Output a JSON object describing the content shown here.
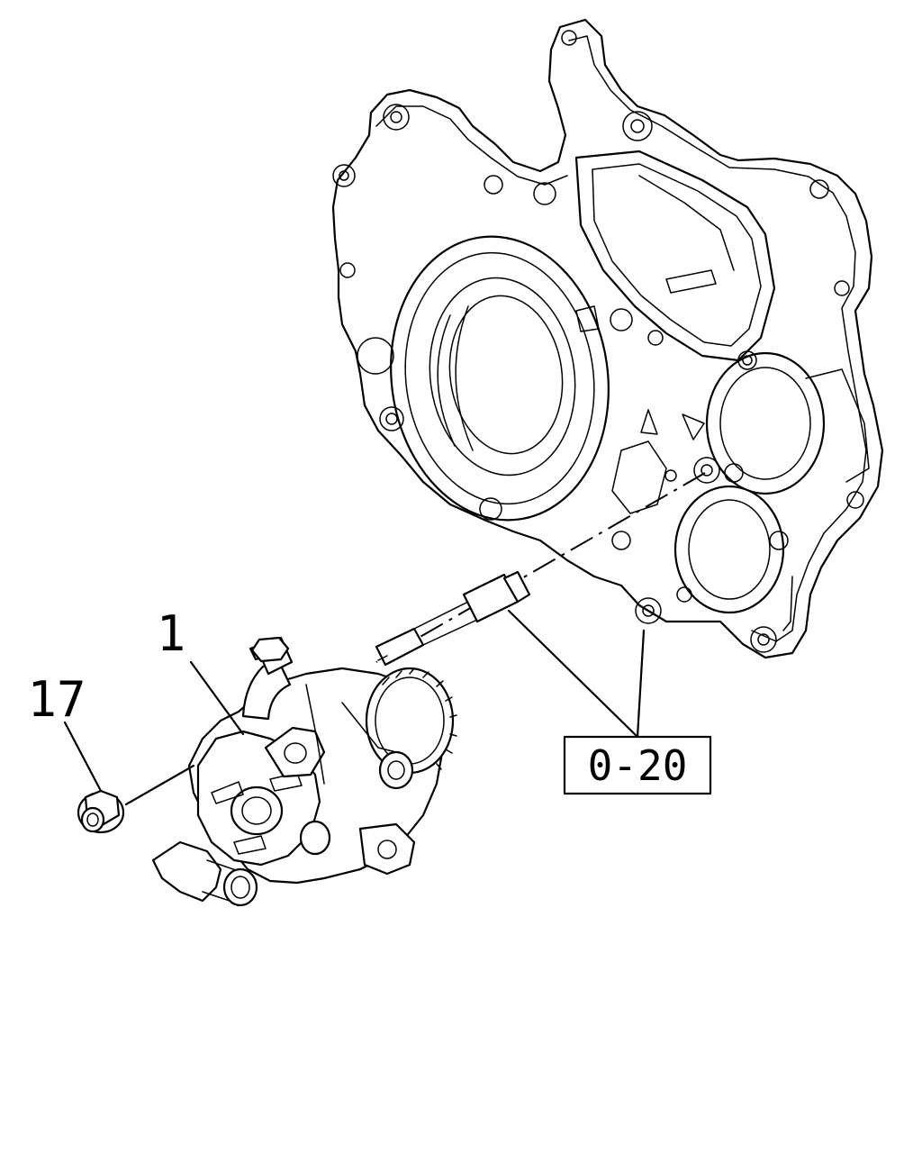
{
  "callouts": {
    "part_1": "1",
    "part_17": "17",
    "reference_box": "0-20"
  }
}
